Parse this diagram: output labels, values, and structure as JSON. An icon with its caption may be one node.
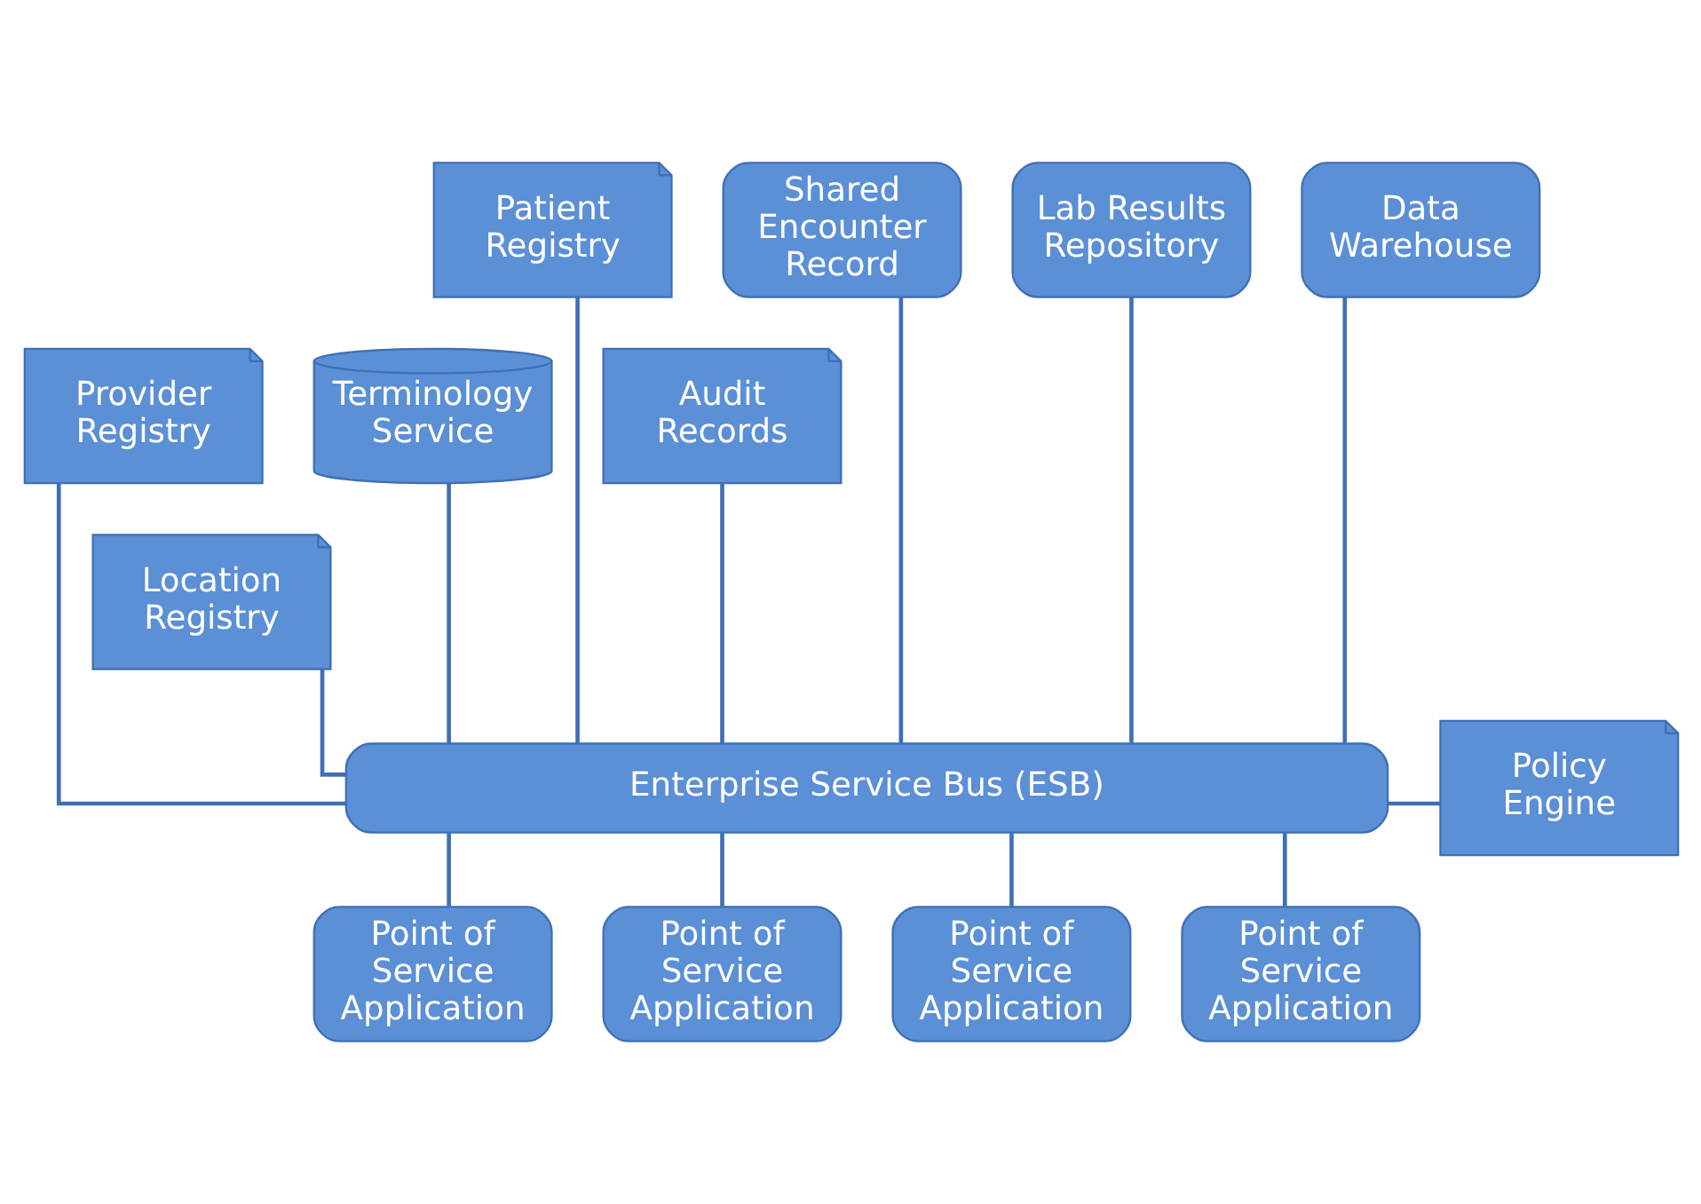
{
  "diagram": {
    "nodes": [
      {
        "text": [
          "Patient Registry"
        ]
      },
      {
        "text": [
          "Shared Encounter Record"
        ]
      },
      {
        "text": [
          "Lab Results Repository"
        ]
      },
      {
        "text": [
          "Data Warehouse"
        ]
      },
      {
        "text": [
          "Provider Registry"
        ]
      },
      {
        "text": [
          "Location Registry"
        ]
      },
      {
        "text": [
          "Terminology Service"
        ]
      },
      {
        "text": [
          "Audit Records"
        ]
      },
      {
        "text": [
          "Enterprise Service Bus (ESB)"
        ]
      },
      {
        "text": [
          "Policy Engine"
        ]
      },
      {
        "text": [
          "Point of Service Application"
        ]
      },
      {
        "text": [
          "Point of Service Application"
        ]
      },
      {
        "text": [
          "Point of Service Application"
        ]
      },
      {
        "text": [
          "Point of Service Application"
        ]
      }
    ],
    "edges": [
      {
        "from": 0,
        "to": 8,
        "arrow": "none"
      },
      {
        "from": 4,
        "to": 8,
        "arrow": "none"
      },
      {
        "from": 5,
        "to": 8,
        "arrow": "none"
      },
      {
        "from": 1,
        "to": 8,
        "arrow": "none"
      },
      {
        "from": 2,
        "to": 8,
        "arrow": "none"
      },
      {
        "from": 3,
        "to": 8,
        "arrow": "none"
      },
      {
        "from": 6,
        "to": 8,
        "arrow": "none"
      },
      {
        "from": 7,
        "to": 8,
        "arrow": "none"
      },
      {
        "from": 9,
        "to": 8,
        "arrow": "none"
      },
      {
        "from": 8,
        "to": 10,
        "arrow": "none"
      },
      {
        "from": 8,
        "to": 11,
        "arrow": "none"
      },
      {
        "from": 8,
        "to": 12,
        "arrow": "none"
      },
      {
        "from": 8,
        "to": 13,
        "arrow": "none"
      }
    ]
  }
}
